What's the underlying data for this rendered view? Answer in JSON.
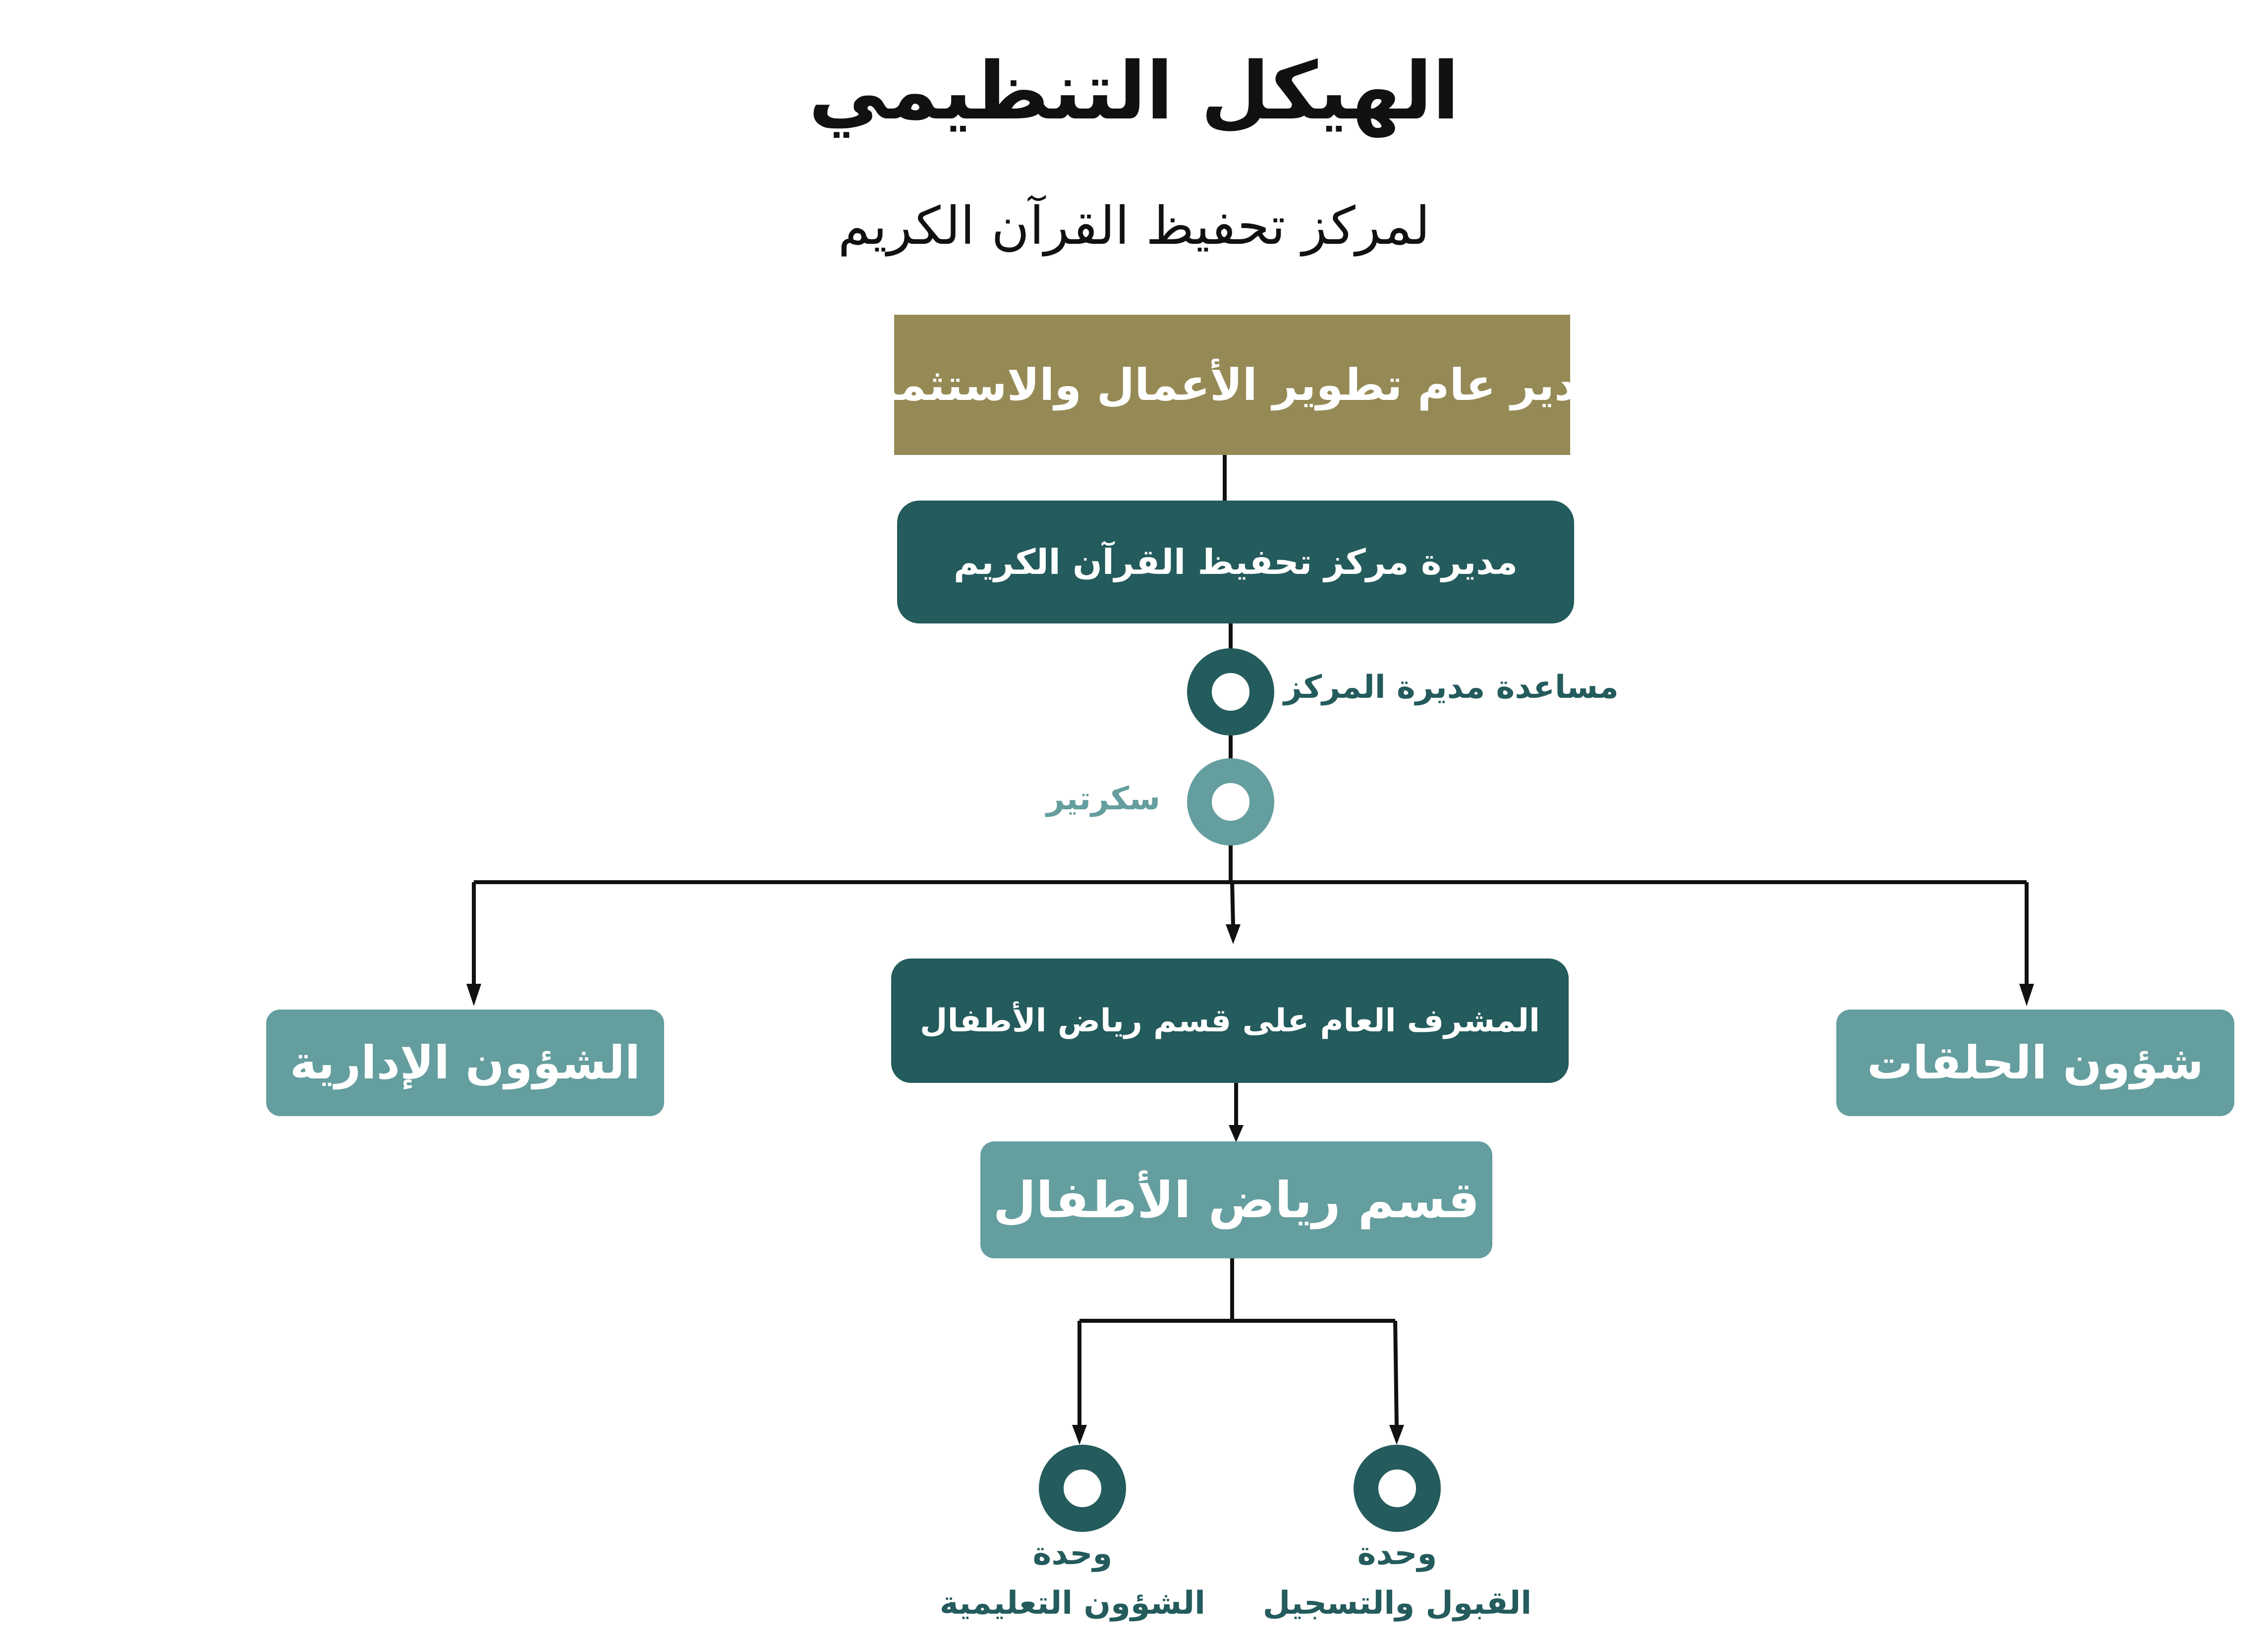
{
  "title": "الهيكل التنظيمي",
  "subtitle": "لمركز تحفيظ القرآن الكريم",
  "colors": {
    "olive": "#958A55",
    "dark_teal": "#245B5C",
    "light_teal": "#659E9E",
    "line": "#111111"
  },
  "nodes": {
    "general_manager": "مدير عام تطوير الأعمال والاستثمار",
    "center_director": "مديرة مركز تحفيظ القرآن الكريم",
    "assistant_director": "مساعدة مديرة المركز",
    "secretary": "سكرتير",
    "kindergarten_supervisor": "المشرف العام على قسم رياض الأطفال",
    "administrative_affairs": "الشؤون الإدارية",
    "circles_affairs": "شؤون الحلقات",
    "kindergarten_department": "قسم رياض الأطفال",
    "unit_educational": {
      "line1": "وحدة",
      "line2": "الشؤون التعليمية"
    },
    "unit_admission": {
      "line1": "وحدة",
      "line2": "القبول والتسجيل"
    }
  }
}
